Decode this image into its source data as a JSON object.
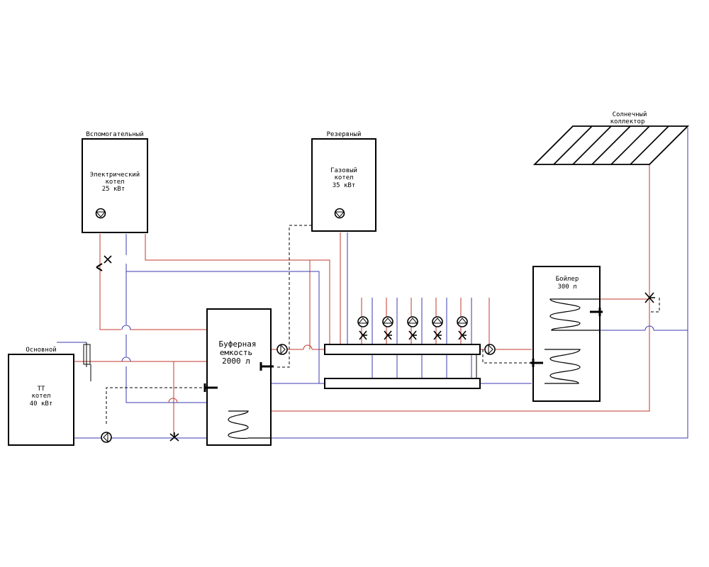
{
  "labels": {
    "aux_title": "Вспомогательный",
    "aux_line1": "Электрический",
    "aux_line2": "котел",
    "aux_line3": "25 кВт",
    "reserve_title": "Резервный",
    "gas_line1": "Газовый",
    "gas_line2": "котел",
    "gas_line3": "35 кВт",
    "solar_line1": "Солнечный",
    "solar_line2": "коллектор",
    "main_title": "Основной",
    "tt_line1": "ТТ",
    "tt_line2": "котел",
    "tt_line3": "40 кВт",
    "buffer_line1": "Буферная",
    "buffer_line2": "емкость",
    "buffer_line3": "2000 л",
    "boiler_line1": "Бойлер",
    "boiler_line2": "300 л"
  },
  "colors": {
    "supply_pipe": "#c0392b",
    "return_pipe": "#3b3bb0",
    "outline": "#000000"
  }
}
